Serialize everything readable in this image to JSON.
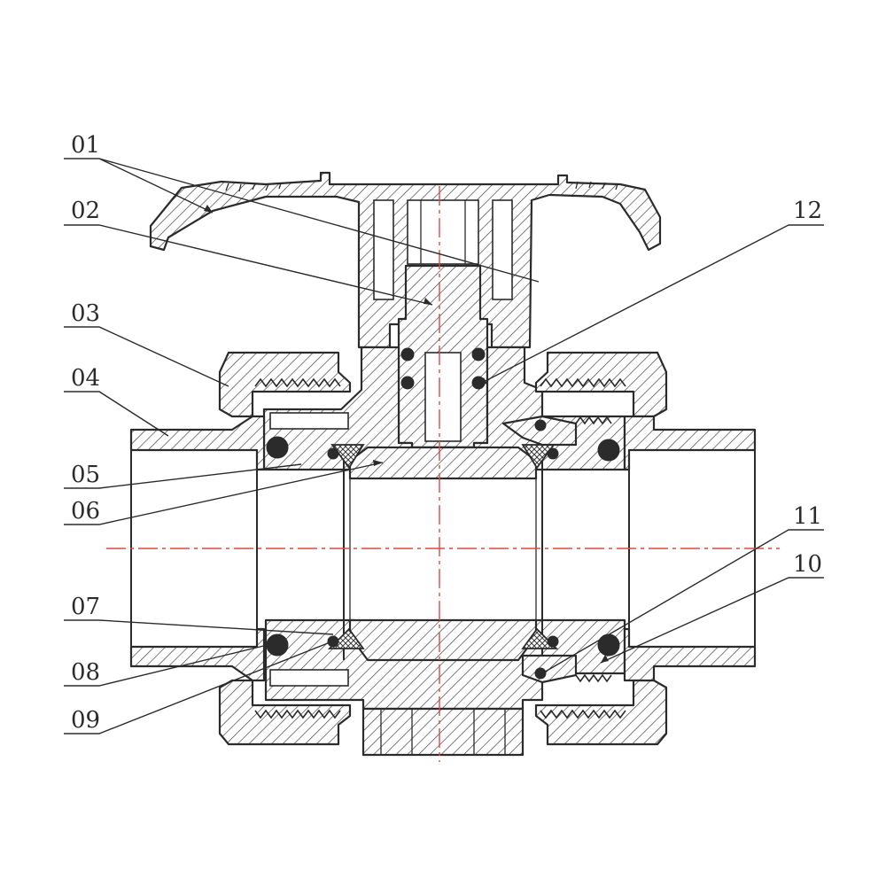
{
  "callouts": [
    {
      "id": "01",
      "label": "01"
    },
    {
      "id": "02",
      "label": "02"
    },
    {
      "id": "03",
      "label": "03"
    },
    {
      "id": "04",
      "label": "04"
    },
    {
      "id": "05",
      "label": "05"
    },
    {
      "id": "06",
      "label": "06"
    },
    {
      "id": "07",
      "label": "07"
    },
    {
      "id": "08",
      "label": "08"
    },
    {
      "id": "09",
      "label": "09"
    },
    {
      "id": "10",
      "label": "10"
    },
    {
      "id": "11",
      "label": "11"
    },
    {
      "id": "12",
      "label": "12"
    }
  ],
  "colors": {
    "line": "#2b2b2b",
    "centerline": "#e0483f",
    "background": "#ffffff"
  }
}
